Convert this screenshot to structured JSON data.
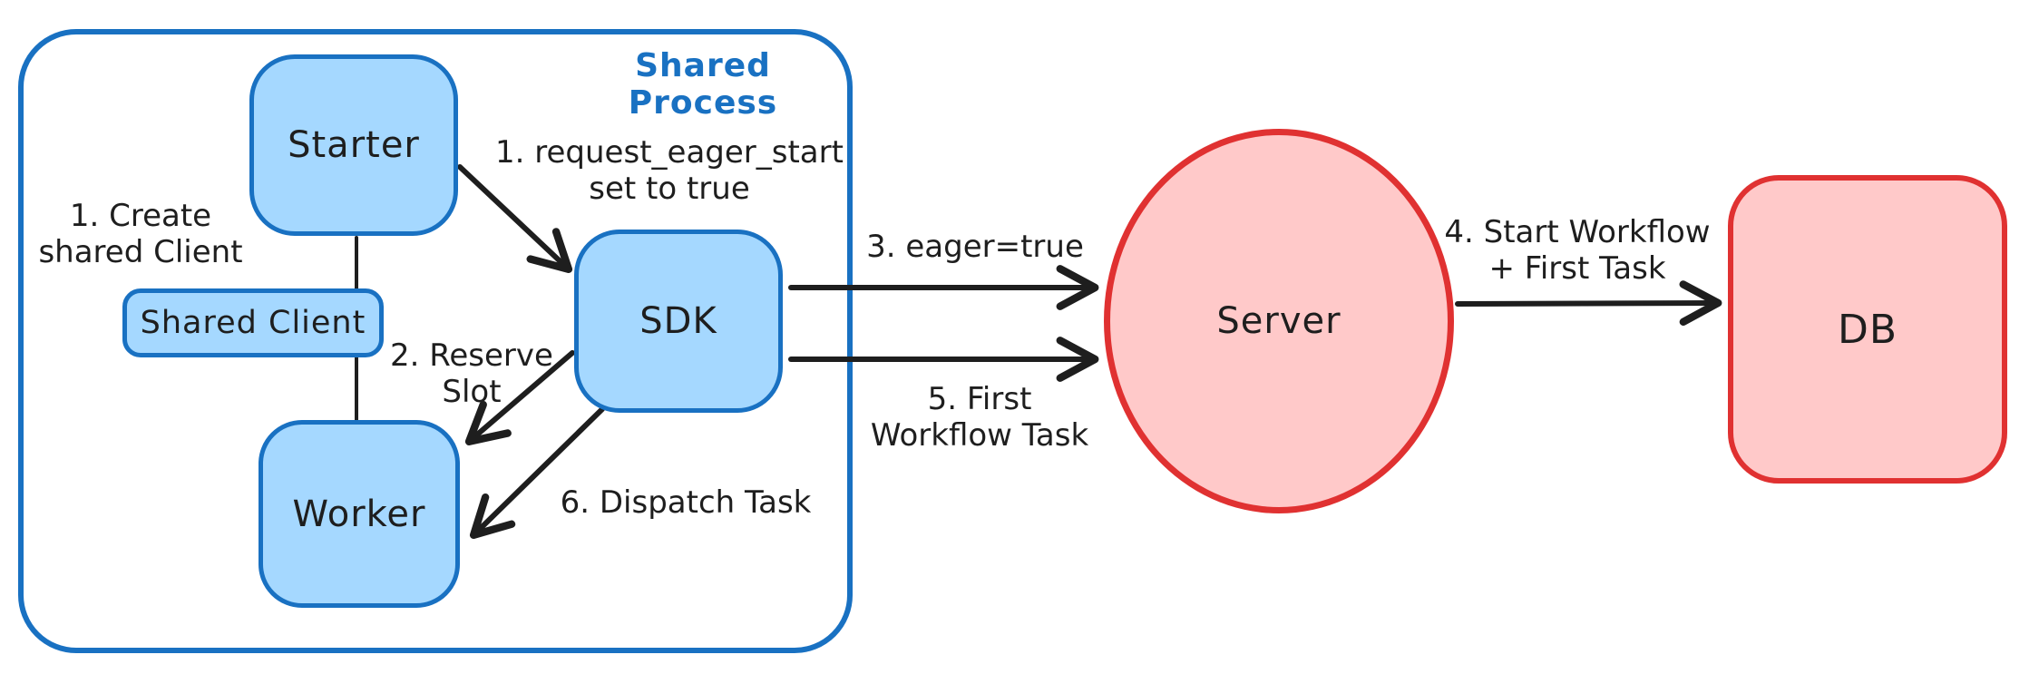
{
  "diagram": {
    "container_label": "Shared Process",
    "nodes": {
      "starter": "Starter",
      "shared_client": "Shared Client",
      "worker": "Worker",
      "sdk": "SDK",
      "server": "Server",
      "db": "DB"
    },
    "annotations": {
      "create_shared_client": {
        "line1": "1. Create",
        "line2": "shared Client"
      },
      "request_eager_start": {
        "line1": "1. request_eager_start",
        "line2": "set to true"
      },
      "reserve_slot": {
        "line1": "2. Reserve",
        "line2": "Slot"
      },
      "eager_true": "3. eager=true",
      "start_workflow": {
        "line1": "4. Start Workflow",
        "line2": "+ First Task"
      },
      "first_workflow_task": {
        "line1": "5. First",
        "line2": "Workflow Task"
      },
      "dispatch_task": "6. Dispatch Task"
    },
    "colors": {
      "blue_stroke": "#1971c2",
      "blue_fill": "#a5d8ff",
      "red_stroke": "#e03131",
      "red_fill": "#ffc9c9",
      "ink": "#1e1e1e",
      "background": "#ffffff"
    }
  }
}
